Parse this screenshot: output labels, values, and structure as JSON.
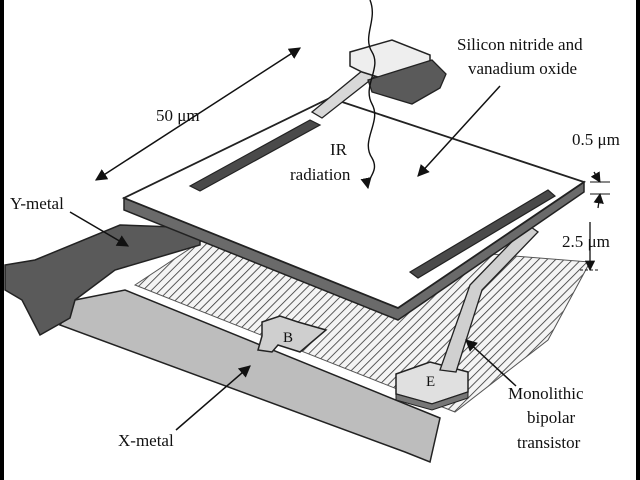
{
  "labels": {
    "silicon_line1": "Silicon nitride and",
    "silicon_line2": "vanadium oxide",
    "dim_50": "50 μm",
    "ir_line1": "IR",
    "ir_line2": "radiation",
    "dim_05": "0.5 μm",
    "dim_25": "2.5 μm",
    "y_metal": "Y-metal",
    "x_metal": "X-metal",
    "base": "B",
    "emitter": "E",
    "mono_line1": "Monolithic",
    "mono_line2": "bipolar",
    "mono_line3": "transistor"
  },
  "colors": {
    "frame": "#000000",
    "canvas": "#ffffff",
    "ink": "#111111",
    "y_metal": "#5a5a5a",
    "x_metal": "#bdbdbd",
    "membrane_edge": "#6a6a6a"
  }
}
